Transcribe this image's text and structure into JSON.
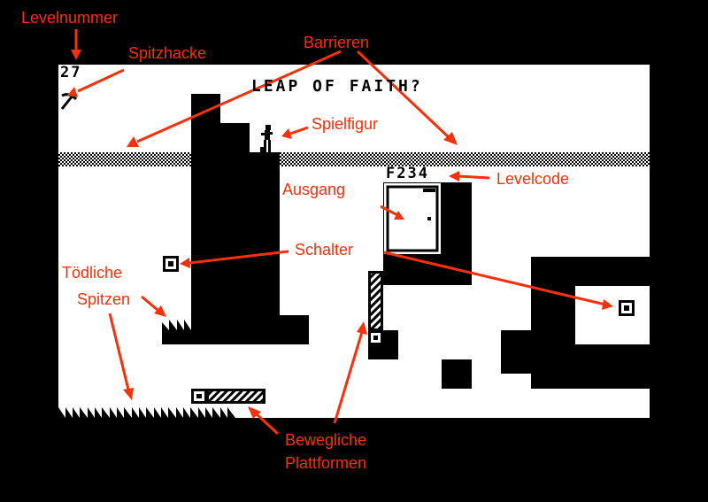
{
  "game": {
    "level_number": "27",
    "level_title": "LEAP OF FAITH?",
    "level_code": "F234",
    "icons": [
      "pickaxe-icon",
      "player-figure",
      "exit-door",
      "switch-icon",
      "spike-icon",
      "moving-platform"
    ]
  },
  "annotations": {
    "levelnummer": "Levelnummer",
    "spitzhacke": "Spitzhacke",
    "barrieren": "Barrieren",
    "spielfigur": "Spielfigur",
    "levelcode": "Levelcode",
    "ausgang": "Ausgang",
    "schalter": "Schalter",
    "toedliche_line1": "Tödliche",
    "toedliche_line2": "Spitzen",
    "bewegliche_line1": "Bewegliche",
    "bewegliche_line2": "Plattformen"
  },
  "colors": {
    "annotation": "#f6300a",
    "screen": "#ffffff",
    "ink": "#000000",
    "background": "#000000"
  }
}
